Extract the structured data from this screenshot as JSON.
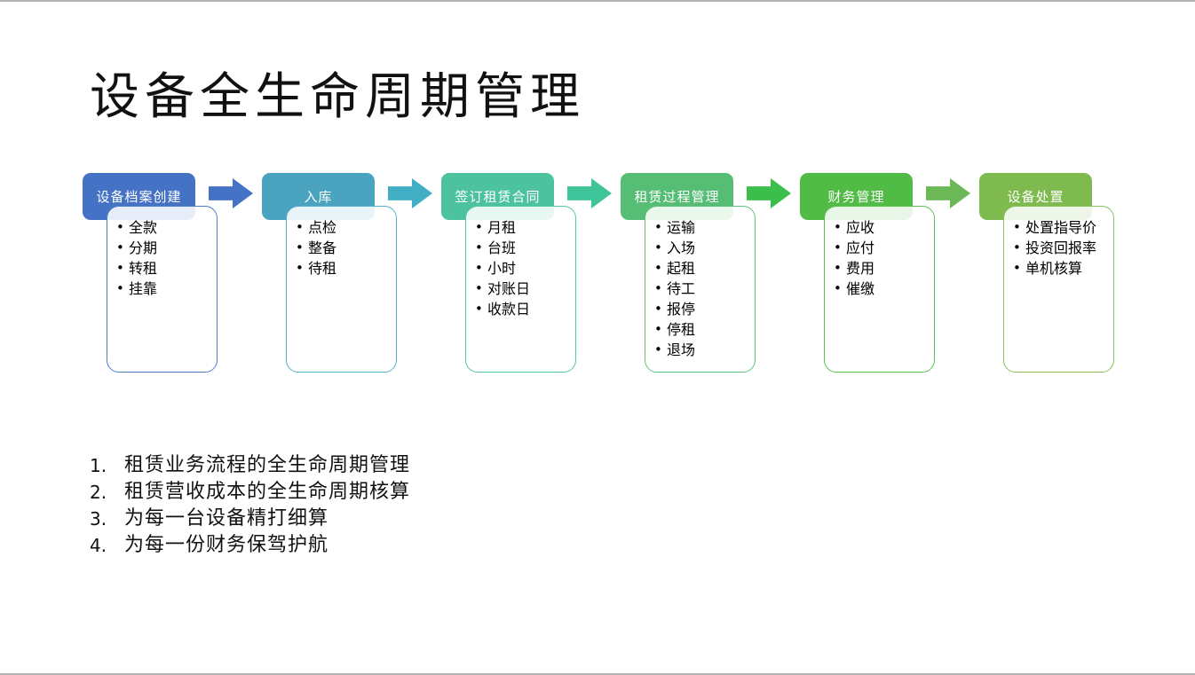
{
  "page": {
    "title": "设备全生命周期管理"
  },
  "flow": {
    "stages": [
      {
        "label": "设备档案创建",
        "header_color": "#4472C4",
        "border_color": "#4E7DC9",
        "items": [
          "全款",
          "分期",
          "转租",
          "挂靠"
        ]
      },
      {
        "label": "入库",
        "header_color": "#4BA4BF",
        "border_color": "#55AFC9",
        "items": [
          "点检",
          "整备",
          "待租"
        ]
      },
      {
        "label": "签订租赁合同",
        "header_color": "#4CC39E",
        "border_color": "#52C8A5",
        "items": [
          "月租",
          "台班",
          "小时",
          "对账日",
          "收款日"
        ]
      },
      {
        "label": "租赁过程管理",
        "header_color": "#55BE74",
        "border_color": "#5CC47C",
        "items": [
          "运输",
          "入场",
          "起租",
          "待工",
          "报停",
          "停租",
          "退场"
        ]
      },
      {
        "label": "财务管理",
        "header_color": "#50BB45",
        "border_color": "#58C14E",
        "items": [
          "应收",
          "应付",
          "费用",
          "催缴"
        ]
      },
      {
        "label": "设备处置",
        "header_color": "#7EBA4E",
        "border_color": "#86C159",
        "items": [
          "处置指导价",
          "投资回报率",
          "单机核算"
        ]
      }
    ],
    "arrow_colors": [
      "#4472C4",
      "#41AEC4",
      "#3FC599",
      "#3CBE4D",
      "#6CB857"
    ],
    "bullet_glyph": "•"
  },
  "summary": {
    "items": [
      {
        "num": "1.",
        "text": "租赁业务流程的全生命周期管理"
      },
      {
        "num": "2.",
        "text": "租赁营收成本的全生命周期核算"
      },
      {
        "num": "3.",
        "text": "为每一台设备精打细算"
      },
      {
        "num": "4.",
        "text": "为每一份财务保驾护航"
      }
    ]
  }
}
